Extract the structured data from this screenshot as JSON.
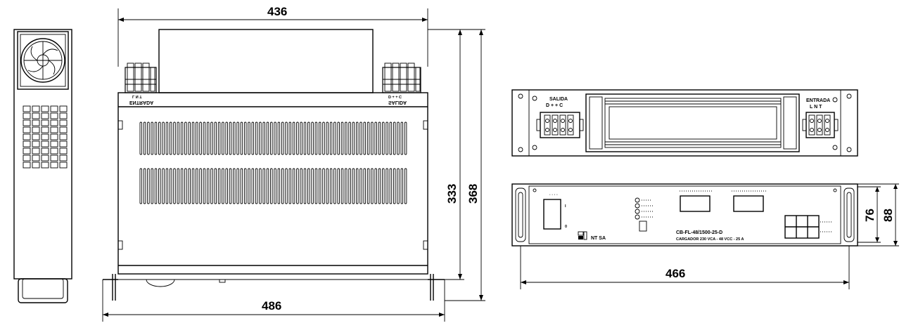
{
  "dimensions": {
    "top_width": "436",
    "bottom_width": "486",
    "depth_inner": "333",
    "depth_outer": "368",
    "panel_width": "466",
    "panel_height_inner": "76",
    "panel_height_outer": "88"
  },
  "top_view": {
    "left_terminal_label": "ENTRADA",
    "left_terminal_pins": "L N T",
    "right_terminal_label": "SALIDA",
    "right_terminal_pins": "D + + C"
  },
  "rear_view": {
    "output_label": "SALIDA",
    "output_pins": "D + + C",
    "input_label": "ENTRADA",
    "input_pins": "L N T"
  },
  "front_view": {
    "brand": "NT SA",
    "model": "CB-FL-48/1500-25-D",
    "description": "CARGADOR 230 VCA - 48 VCC - 25 A",
    "switch_on": "I",
    "switch_off": "0"
  }
}
